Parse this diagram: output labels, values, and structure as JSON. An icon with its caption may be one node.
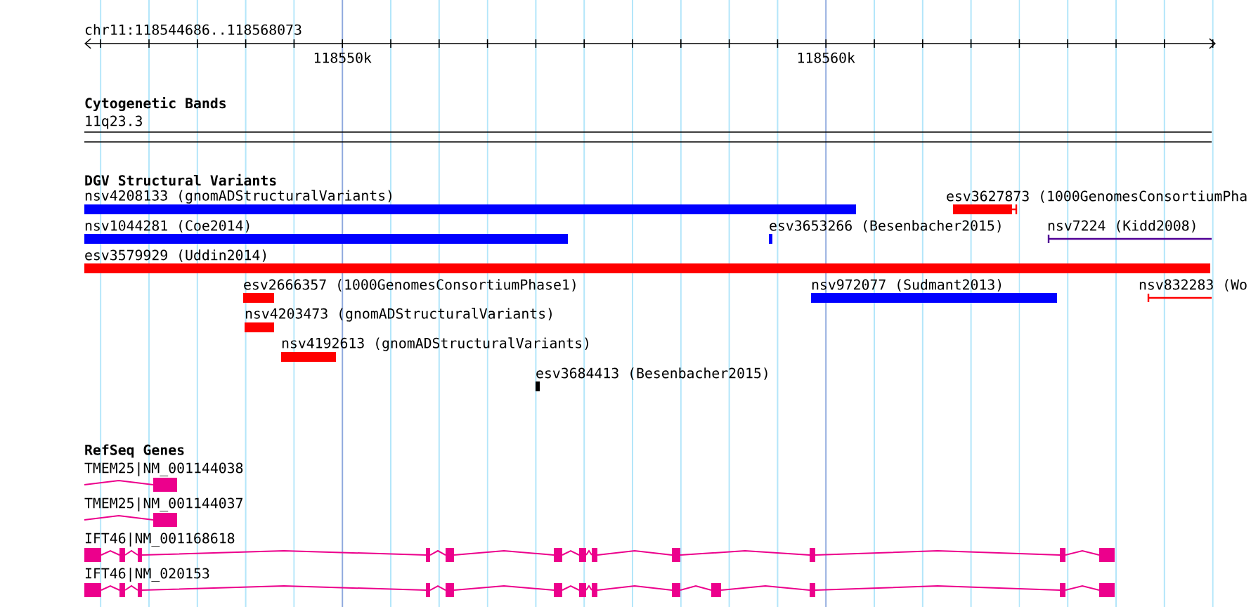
{
  "diagram": {
    "nodes": [
      {
        "text": [
          "nsv4208133 (gnomADStructuralVariants)"
        ]
      },
      {
        "text": [
          "esv3627873 (1000GenomesConsortiumPha"
        ]
      },
      {
        "text": [
          "nsv1044281 (Coe2014)"
        ]
      },
      {
        "text": [
          "esv3653266 (Besenbacher2015)"
        ]
      },
      {
        "text": [
          "nsv7224 (Kidd2008)"
        ]
      },
      {
        "text": [
          "esv3579929 (Uddin2014)"
        ]
      },
      {
        "text": [
          "esv2666357 (1000GenomesConsortiumPhase1)"
        ]
      },
      {
        "text": [
          "nsv972077 (Sudmant2013)"
        ]
      },
      {
        "text": [
          "nsv832283 (Wo"
        ]
      },
      {
        "text": [
          "nsv4203473 (gnomADStructuralVariants)"
        ]
      },
      {
        "text": [
          "nsv4192613 (gnomADStructuralVariants)"
        ]
      },
      {
        "text": [
          "esv3684413 (Besenbacher2015)"
        ]
      },
      {
        "text": [
          "TMEM25|NM_001144038"
        ]
      },
      {
        "text": [
          "TMEM25|NM_001144037"
        ]
      },
      {
        "text": [
          "IFT46|NM_001168618"
        ]
      },
      {
        "text": [
          "IFT46|NM_020153"
        ]
      }
    ],
    "labels": [
      "chr11:118544686..118568073",
      "118550k",
      "118560k",
      "Cytogenetic Bands",
      "11q23.3",
      "DGV Structural Variants",
      "RefSeq Genes"
    ]
  }
}
